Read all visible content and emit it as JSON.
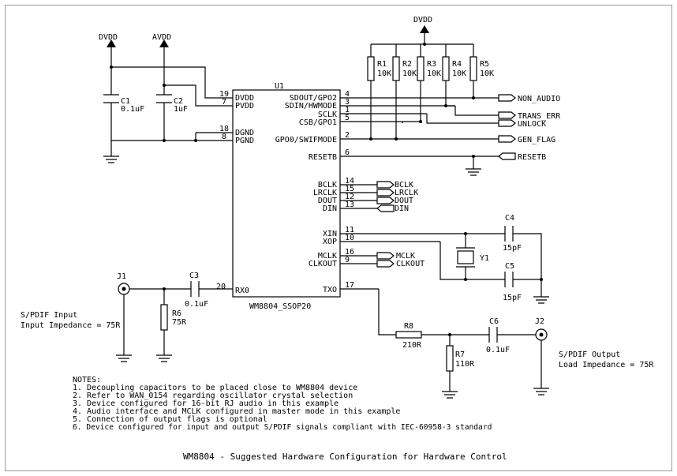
{
  "power": {
    "dvdd": "DVDD",
    "avdd": "AVDD"
  },
  "chip": {
    "ref": "U1",
    "part": "WM8804_SSOP20",
    "left_pins": [
      {
        "num": "19",
        "name": "DVDD"
      },
      {
        "num": "7",
        "name": "PVDD"
      },
      {
        "num": "18",
        "name": "DGND"
      },
      {
        "num": "8",
        "name": "PGND"
      },
      {
        "num": "20",
        "name": "RX0"
      }
    ],
    "right_pins": [
      {
        "num": "4",
        "name": "SDOUT/GPO2"
      },
      {
        "num": "3",
        "name": "SDIN/HWMODE"
      },
      {
        "num": "1",
        "name": "SCLK"
      },
      {
        "num": "5",
        "name": "CSB/GPO1"
      },
      {
        "num": "2",
        "name": "GPO0/SWIFMODE"
      },
      {
        "num": "6",
        "name": "RESETB"
      },
      {
        "num": "14",
        "name": "BCLK"
      },
      {
        "num": "15",
        "name": "LRCLK"
      },
      {
        "num": "12",
        "name": "DOUT"
      },
      {
        "num": "13",
        "name": "DIN"
      },
      {
        "num": "11",
        "name": "XIN"
      },
      {
        "num": "10",
        "name": "XOP"
      },
      {
        "num": "16",
        "name": "MCLK"
      },
      {
        "num": "9",
        "name": "CLKOUT"
      },
      {
        "num": "17",
        "name": "TXO"
      }
    ]
  },
  "components": {
    "c1": {
      "ref": "C1",
      "value": "0.1uF"
    },
    "c2": {
      "ref": "C2",
      "value": "1uF"
    },
    "c3": {
      "ref": "C3",
      "value": "0.1uF"
    },
    "c4": {
      "ref": "C4",
      "value": "15pF"
    },
    "c5": {
      "ref": "C5",
      "value": "15pF"
    },
    "c6": {
      "ref": "C6",
      "value": "0.1uF"
    },
    "r1": {
      "ref": "R1",
      "value": "10K"
    },
    "r2": {
      "ref": "R2",
      "value": "10K"
    },
    "r3": {
      "ref": "R3",
      "value": "10K"
    },
    "r4": {
      "ref": "R4",
      "value": "10K"
    },
    "r5": {
      "ref": "R5",
      "value": "10K"
    },
    "r6": {
      "ref": "R6",
      "value": "75R"
    },
    "r7": {
      "ref": "R7",
      "value": "110R"
    },
    "r8": {
      "ref": "R8",
      "value": "210R"
    },
    "y1": {
      "ref": "Y1"
    },
    "j1": {
      "ref": "J1"
    },
    "j2": {
      "ref": "J2"
    }
  },
  "ports": {
    "non_audio": "NON_AUDIO",
    "trans_err": "TRANS_ERR",
    "unlock": "UNLOCK",
    "gen_flag": "GEN_FLAG",
    "resetb": "RESETB",
    "bclk": "BCLK",
    "lrclk": "LRCLK",
    "dout": "DOUT",
    "din": "DIN",
    "mclk": "MCLK",
    "clkout": "CLKOUT"
  },
  "labels": {
    "input_title": "S/PDIF Input",
    "input_impedance": "Input Impedance = 75R",
    "output_title": "S/PDIF Output",
    "output_impedance": "Load Impedance = 75R"
  },
  "notes": {
    "heading": "NOTES:",
    "items": [
      "1. Decoupling capacitors to be placed close to WM8804 device",
      "2. Refer to WAN_0154 regarding oscillator crystal selection",
      "3. Device configured for 16-bit RJ audio in this example",
      "4. Audio interface and MCLK configured in master mode in this example",
      "5. Connection of output flags is optional",
      "6. Device configured for input and output S/PDIF signals compliant with IEC-60958-3 standard"
    ]
  },
  "caption": "WM8804 - Suggested Hardware Configuration for Hardware Control"
}
